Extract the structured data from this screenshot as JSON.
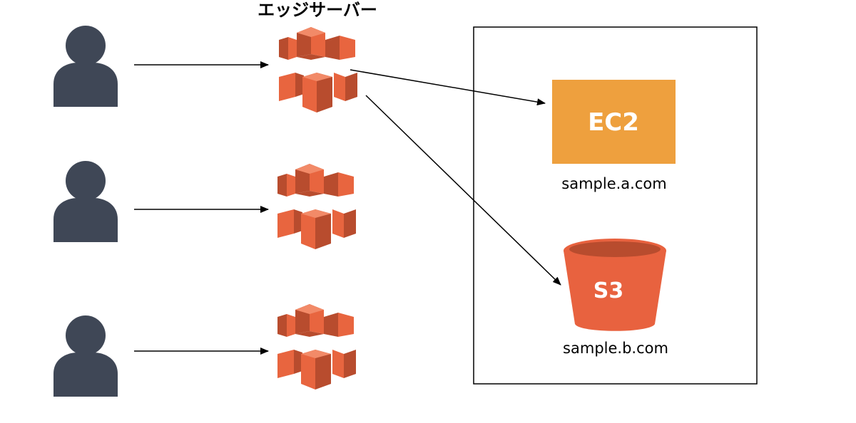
{
  "diagram": {
    "edge_title": "エッジサーバー",
    "ec2": {
      "label": "EC2",
      "domain": "sample.a.com",
      "color": "#EEA03E"
    },
    "s3": {
      "label": "S3",
      "domain": "sample.b.com",
      "color": "#E8623F"
    },
    "colors": {
      "user": "#3F4756",
      "edge": "#E8653F",
      "edge_dark": "#B84C2E",
      "edge_light": "#F28A68",
      "line": "#000000"
    },
    "icons": {
      "user": "user-icon",
      "edge": "cloudfront-edge-icon",
      "s3": "s3-bucket-icon"
    }
  }
}
